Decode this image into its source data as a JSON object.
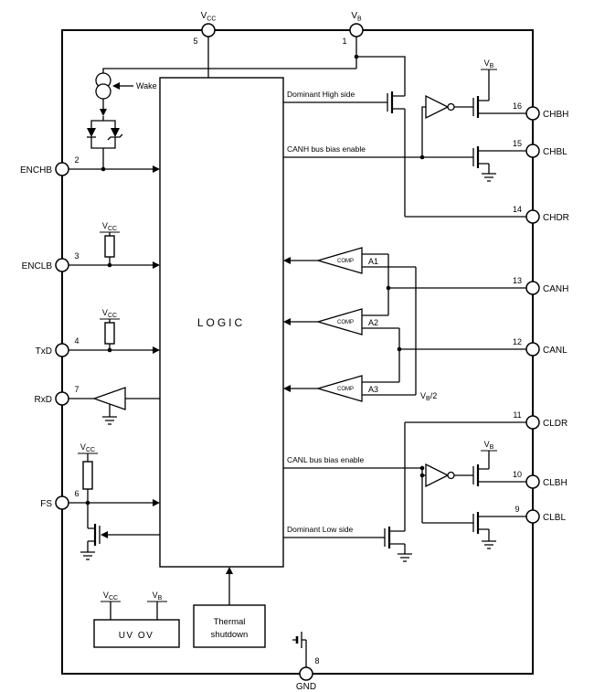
{
  "pins": {
    "top": [
      {
        "number": "5",
        "main": "V",
        "sub": "CC"
      },
      {
        "number": "1",
        "main": "V",
        "sub": "B"
      }
    ],
    "left": [
      {
        "number": "2",
        "name": "ENCHB"
      },
      {
        "number": "3",
        "name": "ENCLB"
      },
      {
        "number": "4",
        "name": "TxD"
      },
      {
        "number": "7",
        "name": "RxD"
      },
      {
        "number": "6",
        "name": "FS"
      }
    ],
    "right": [
      {
        "number": "16",
        "name": "CHBH"
      },
      {
        "number": "15",
        "name": "CHBL"
      },
      {
        "number": "14",
        "name": "CHDR"
      },
      {
        "number": "13",
        "name": "CANH"
      },
      {
        "number": "12",
        "name": "CANL"
      },
      {
        "number": "11",
        "name": "CLDR"
      },
      {
        "number": "10",
        "name": "CLBH"
      },
      {
        "number": "9",
        "name": "CLBL"
      }
    ],
    "bottom": [
      {
        "number": "8",
        "name": "GND"
      }
    ]
  },
  "blocks": {
    "logic": "LOGIC",
    "uv_ov": "UV OV",
    "thermal_line1": "Thermal",
    "thermal_line2": "shutdown"
  },
  "signals": {
    "dominant_high_side": "Dominant High side",
    "canh_bus_bias_enable": "CANH bus bias enable",
    "canl_bus_bias_enable": "CANL bus bias enable",
    "dominant_low_side": "Dominant Low side",
    "wake": "Wake"
  },
  "comparators": {
    "comp": "COMP",
    "a1": "A1",
    "a2": "A2",
    "a3": "A3"
  },
  "labels": {
    "v": "V",
    "cc": "CC",
    "b": "B",
    "vb2_suffix": "/2"
  }
}
